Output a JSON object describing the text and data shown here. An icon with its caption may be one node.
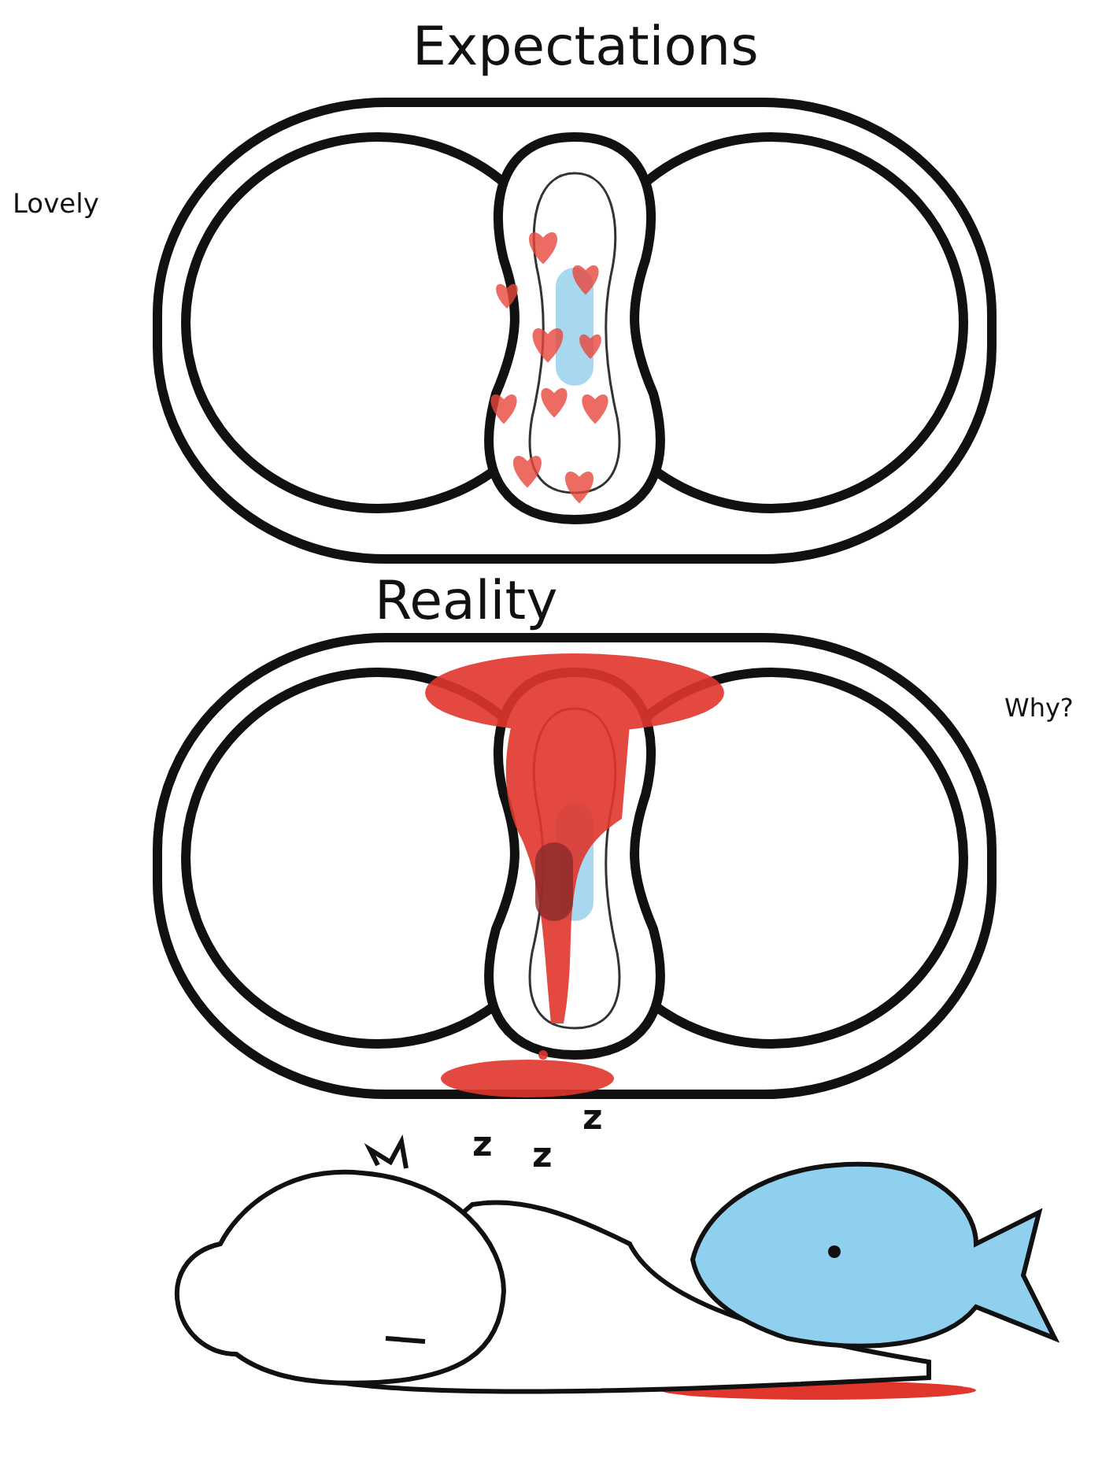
{
  "diagram": {
    "labels": [
      "Expectations",
      "Lovely",
      "Reality",
      "Why?",
      "z",
      "z",
      "z"
    ]
  }
}
